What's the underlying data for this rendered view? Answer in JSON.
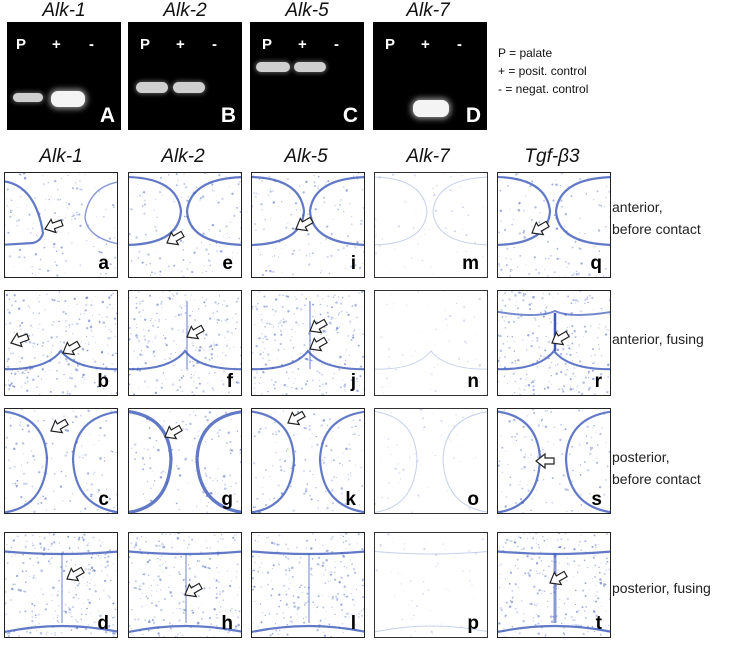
{
  "gels": [
    {
      "title": "Alk-1",
      "panel": "A",
      "cols": [
        "P",
        "+",
        "-"
      ]
    },
    {
      "title": "Alk-2",
      "panel": "B",
      "cols": [
        "P",
        "+",
        "-"
      ]
    },
    {
      "title": "Alk-5",
      "panel": "C",
      "cols": [
        "P",
        "+",
        "-"
      ]
    },
    {
      "title": "Alk-7",
      "panel": "D",
      "cols": [
        "P",
        "+",
        "-"
      ]
    }
  ],
  "legend": [
    "P = palate",
    "+ = posit. control",
    "- = negat. control"
  ],
  "columns": [
    "Alk-1",
    "Alk-2",
    "Alk-5",
    "Alk-7",
    "Tgf-β3"
  ],
  "rows": [
    {
      "label1": "anterior,",
      "label2": "before contact",
      "letters": [
        "a",
        "e",
        "i",
        "m",
        "q"
      ]
    },
    {
      "label1": "anterior, fusing",
      "label2": "",
      "letters": [
        "b",
        "f",
        "j",
        "n",
        "r"
      ]
    },
    {
      "label1": "posterior,",
      "label2": "before contact",
      "letters": [
        "c",
        "g",
        "k",
        "o",
        "s"
      ]
    },
    {
      "label1": "posterior, fusing",
      "label2": "",
      "letters": [
        "d",
        "h",
        "l",
        "p",
        "t"
      ]
    }
  ],
  "colors": {
    "stain": "#3b57b8",
    "gel": "#000000"
  }
}
